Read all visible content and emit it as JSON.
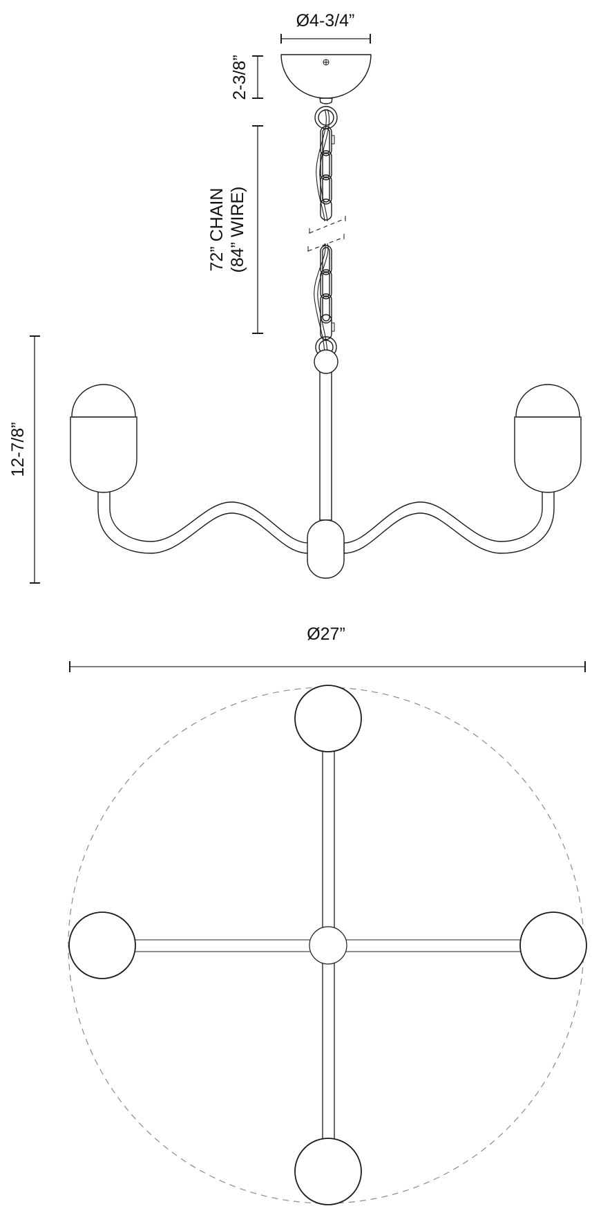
{
  "drawing": {
    "title": "Chandelier dimension drawing",
    "views": [
      "side elevation",
      "top plan"
    ],
    "dimensions": {
      "canopy_diameter": "Ø4-3/4”",
      "canopy_height": "2-3/8”",
      "chain_line1": "72” CHAIN",
      "chain_line2": "(84” WIRE)",
      "fixture_height": "12-7/8”",
      "fixture_diameter": "Ø27”"
    },
    "light_count": 4,
    "colors": {
      "line": "#1a1a1a",
      "dashed_outline": "#8a8a8a",
      "background": "#ffffff"
    }
  }
}
